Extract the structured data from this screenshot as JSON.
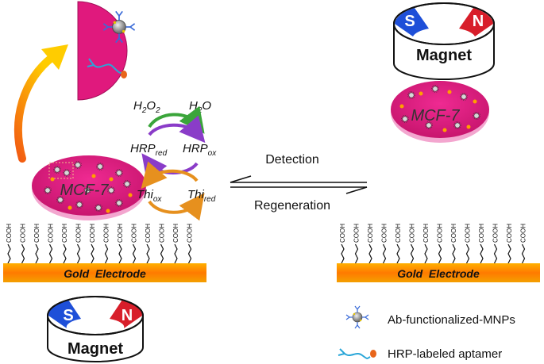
{
  "magnet_top": {
    "south": "S",
    "north": "N",
    "label": "Magnet"
  },
  "magnet_bottom": {
    "south": "S",
    "north": "N",
    "label": "Magnet"
  },
  "cell_left": {
    "label": "MCF-7"
  },
  "cell_right": {
    "label": "MCF-7"
  },
  "electrode_left": {
    "label": "Gold  Electrode",
    "chain_label": "COOH"
  },
  "electrode_right": {
    "label": "Gold  Electrode",
    "chain_label": "COOH"
  },
  "cycle": {
    "h2o2_main": "H",
    "h2o2_sub1": "2",
    "h2o2_mid": "O",
    "h2o2_sub2": "2",
    "h2o_main": "H",
    "h2o_sub": "2",
    "h2o_end": "O",
    "hrp_red_main": "HRP",
    "hrp_red_sub": "red",
    "hrp_ox_main": "HRP",
    "hrp_ox_sub": "ox",
    "thi_ox_main": "Thi",
    "thi_ox_sub": "ox",
    "thi_red_main": "Thi",
    "thi_red_sub": "red"
  },
  "equilibrium": {
    "forward": "Detection",
    "reverse": "Regeneration"
  },
  "legend": [
    {
      "icon": "ab-mnp-icon",
      "label": "Ab-functionalized-MNPs"
    },
    {
      "icon": "hrp-aptamer-icon",
      "label": "HRP-labeled aptamer"
    }
  ],
  "colors": {
    "cell": "#e0197d",
    "electrode": "#f7931e",
    "south": "#1e4fd8",
    "north": "#d81e2a"
  }
}
